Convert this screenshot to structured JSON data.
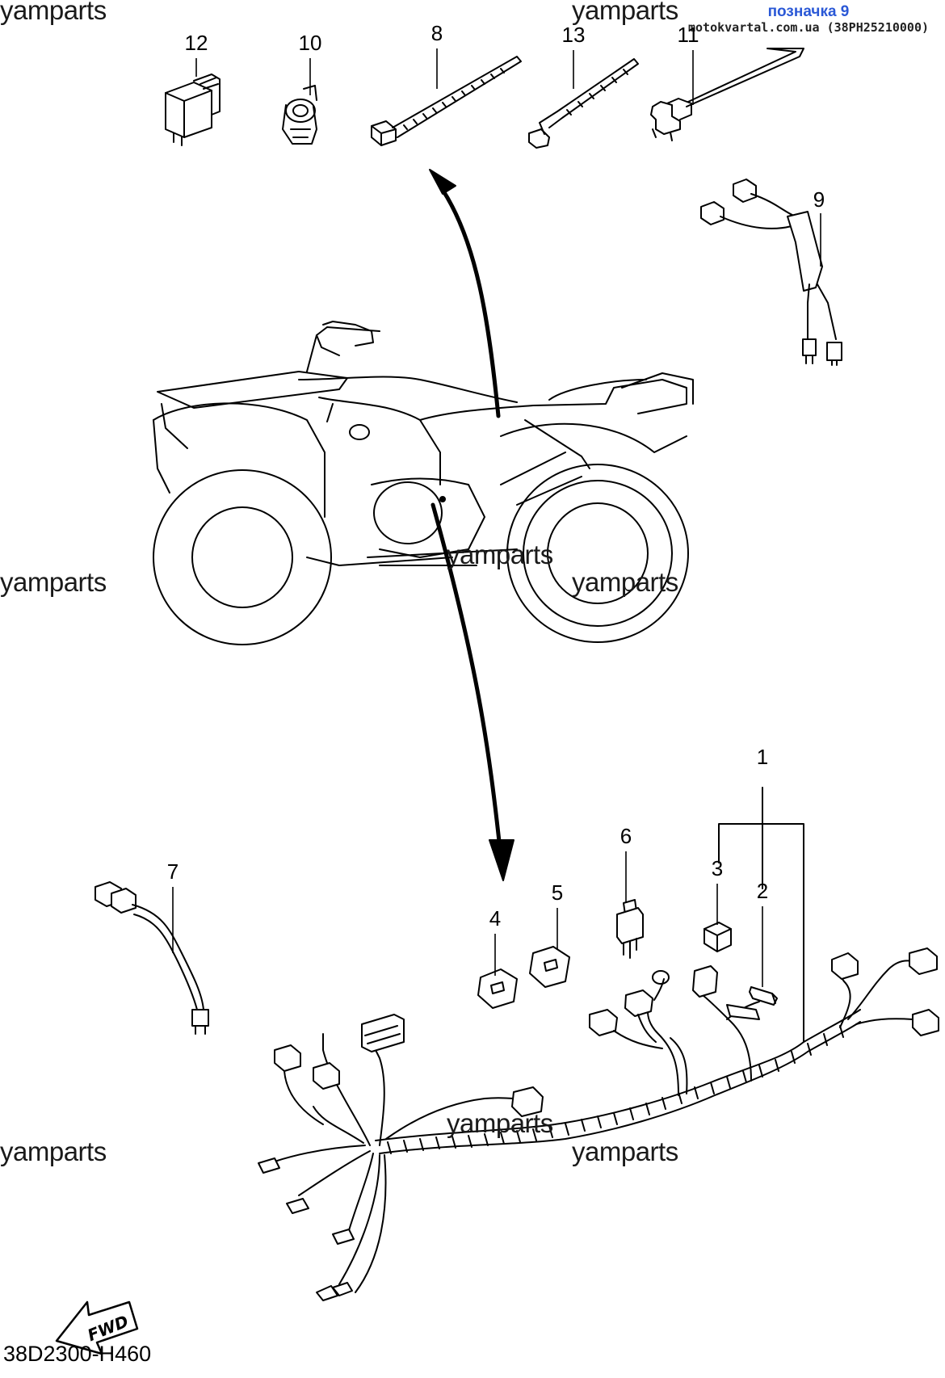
{
  "watermark": "yamparts",
  "tag": {
    "title": "позначка 9",
    "subtitle": "motokvartal.com.ua (38PH25210000)"
  },
  "diagram_code": "38D2300-H460",
  "fwd_label": "FWD",
  "callouts": {
    "c1": "1",
    "c2": "2",
    "c3": "3",
    "c4": "4",
    "c5": "5",
    "c6": "6",
    "c7": "7",
    "c8": "8",
    "c9": "9",
    "c10": "10",
    "c11": "11",
    "c12": "12",
    "c13": "13"
  }
}
